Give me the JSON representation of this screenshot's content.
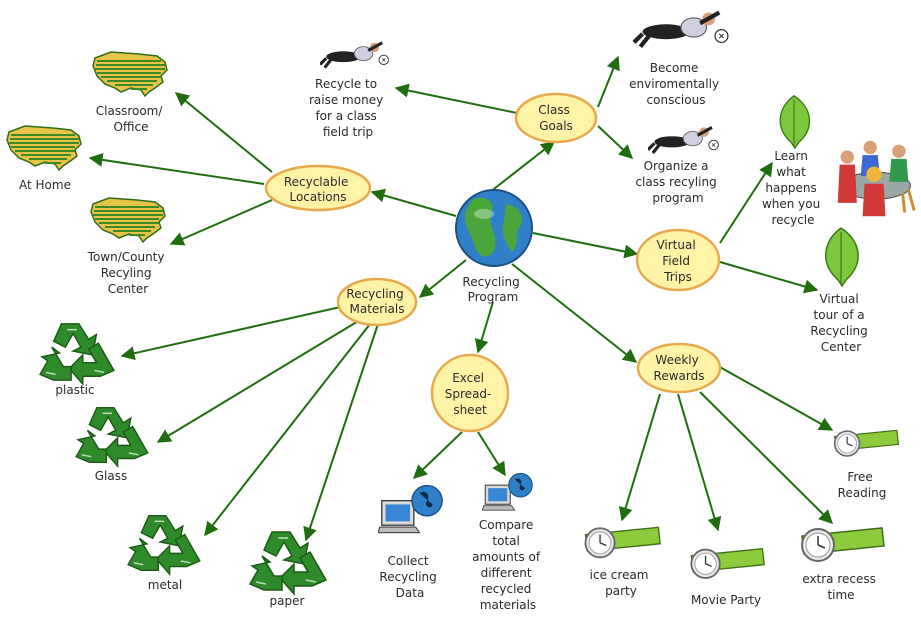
{
  "center": {
    "lines": [
      "Recycling",
      "Program"
    ]
  },
  "ovals": [
    {
      "id": "class-goals",
      "lines": [
        "Class",
        "Goals"
      ]
    },
    {
      "id": "recyclable-locations",
      "lines": [
        "Recyclable",
        "Locations"
      ]
    },
    {
      "id": "virtual-field-trips",
      "lines": [
        "Virtual",
        "Field",
        "Trips"
      ]
    },
    {
      "id": "recycling-materials",
      "lines": [
        "Recycling",
        "Materials"
      ]
    },
    {
      "id": "excel-spreadsheet",
      "lines": [
        "Excel",
        "Spread-",
        "sheet"
      ]
    },
    {
      "id": "weekly-rewards",
      "lines": [
        "Weekly",
        "Rewards"
      ]
    }
  ],
  "leaves": [
    {
      "id": "raise-money",
      "lines": [
        "Recycle to",
        "raise money",
        "for a class",
        "field trip"
      ]
    },
    {
      "id": "become-conscious",
      "lines": [
        "Become",
        "enviromentally",
        "conscious"
      ]
    },
    {
      "id": "organize-program",
      "lines": [
        "Organize a",
        "class recyling",
        "program"
      ]
    },
    {
      "id": "classroom-office",
      "lines": [
        "Classroom/",
        "Office"
      ]
    },
    {
      "id": "at-home",
      "lines": [
        "At Home"
      ]
    },
    {
      "id": "town-county",
      "lines": [
        "Town/County",
        "Recyling",
        "Center"
      ]
    },
    {
      "id": "learn-what-happens",
      "lines": [
        "Learn",
        "what",
        "happens",
        "when you",
        "recycle"
      ]
    },
    {
      "id": "virtual-tour",
      "lines": [
        "Virtual",
        "tour of a",
        "Recycling",
        "Center"
      ]
    },
    {
      "id": "plastic",
      "lines": [
        "plastic"
      ]
    },
    {
      "id": "glass",
      "lines": [
        "Glass"
      ]
    },
    {
      "id": "metal",
      "lines": [
        "metal"
      ]
    },
    {
      "id": "paper",
      "lines": [
        "paper"
      ]
    },
    {
      "id": "collect-data",
      "lines": [
        "Collect",
        "Recycling",
        "Data"
      ]
    },
    {
      "id": "compare-totals",
      "lines": [
        "Compare",
        "total",
        "amounts of",
        "different",
        "recycled",
        "materials"
      ]
    },
    {
      "id": "ice-cream",
      "lines": [
        "ice cream",
        "party"
      ]
    },
    {
      "id": "movie-party",
      "lines": [
        "Movie Party"
      ]
    },
    {
      "id": "extra-recess",
      "lines": [
        "extra recess",
        "time"
      ]
    },
    {
      "id": "free-reading",
      "lines": [
        "Free",
        "Reading"
      ]
    }
  ],
  "colors": {
    "edge": "#1f6d0f",
    "oval_fill": "#fff3a8",
    "oval_stroke": "#e8a94c",
    "recycle_green": "#2e8a2a",
    "leaf_green": "#7dc73a",
    "map_yellow": "#e9c24a",
    "map_green": "#3b8a22",
    "watch_green": "#8ccc3c",
    "globe_blue": "#2f7fc9"
  },
  "icons": {
    "globe": "globe-icon",
    "soccer_player": "goalkeeper-icon",
    "usa_map": "usa-map-icon",
    "leaf": "leaf-icon",
    "people": "people-at-table-icon",
    "recycle": "recycle-icon",
    "computer": "computer-globe-icon",
    "watch": "wristwatch-icon"
  }
}
